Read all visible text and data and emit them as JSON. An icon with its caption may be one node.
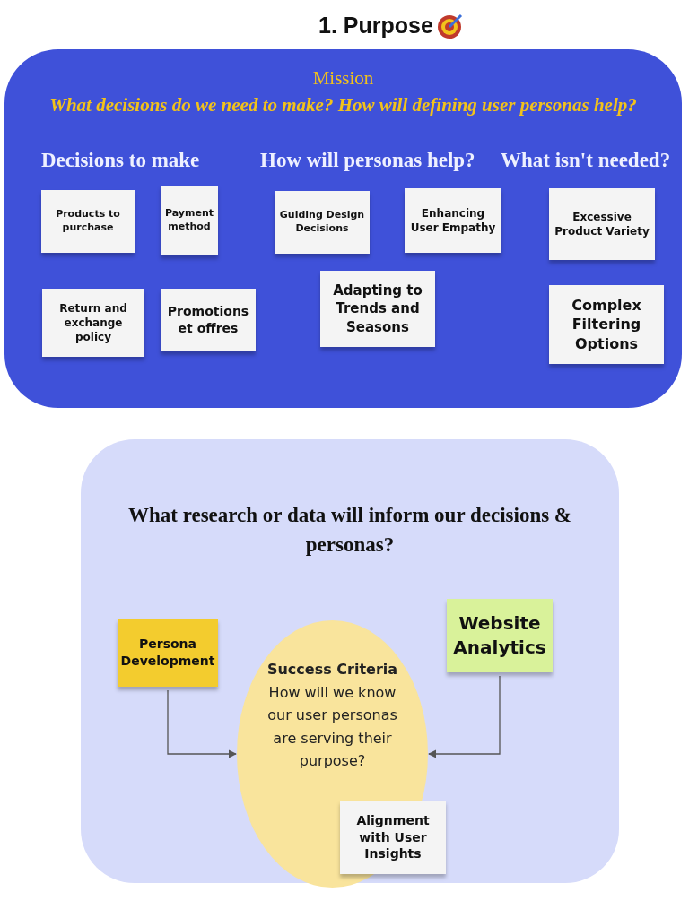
{
  "diagram": {
    "title": "1. Purpose",
    "nodes": [
      {
        "text": [
          "Mission",
          "What decisions do we need to make? How will defining user personas help?"
        ]
      },
      {
        "text": [
          "Products to purchase"
        ],
        "in": 0
      },
      {
        "text": [
          "Payment method"
        ],
        "in": 0
      },
      {
        "text": [
          "Return and exchange policy"
        ],
        "in": 0
      },
      {
        "text": [
          "Promotions et offres"
        ],
        "in": 0
      },
      {
        "text": [
          "Guiding Design Decisions"
        ],
        "in": 0
      },
      {
        "text": [
          "Enhancing User Empathy"
        ],
        "in": 0
      },
      {
        "text": [
          "Adapting to Trends and Seasons"
        ],
        "in": 0
      },
      {
        "text": [
          "Excessive Product Variety"
        ],
        "in": 0
      },
      {
        "text": [
          "Complex Filtering Options"
        ],
        "in": 0
      },
      {
        "text": [
          "What research or data will inform our decisions & personas?"
        ]
      },
      {
        "text": [
          "Persona Development"
        ],
        "in": 10
      },
      {
        "text": [
          "Success Criteria",
          "How will we know our user personas are serving their purpose?"
        ],
        "in": 10
      },
      {
        "text": [
          "Website Analytics"
        ],
        "in": 10
      },
      {
        "text": [
          "Alignment with User Insights"
        ],
        "in": 10
      }
    ],
    "edges": [
      {
        "from": 11,
        "to": 12,
        "arrow": "to"
      },
      {
        "from": 13,
        "to": 12,
        "arrow": "to"
      }
    ],
    "labels": [
      "Decisions to make",
      "How will personas help?",
      "What isn't needed?"
    ]
  }
}
